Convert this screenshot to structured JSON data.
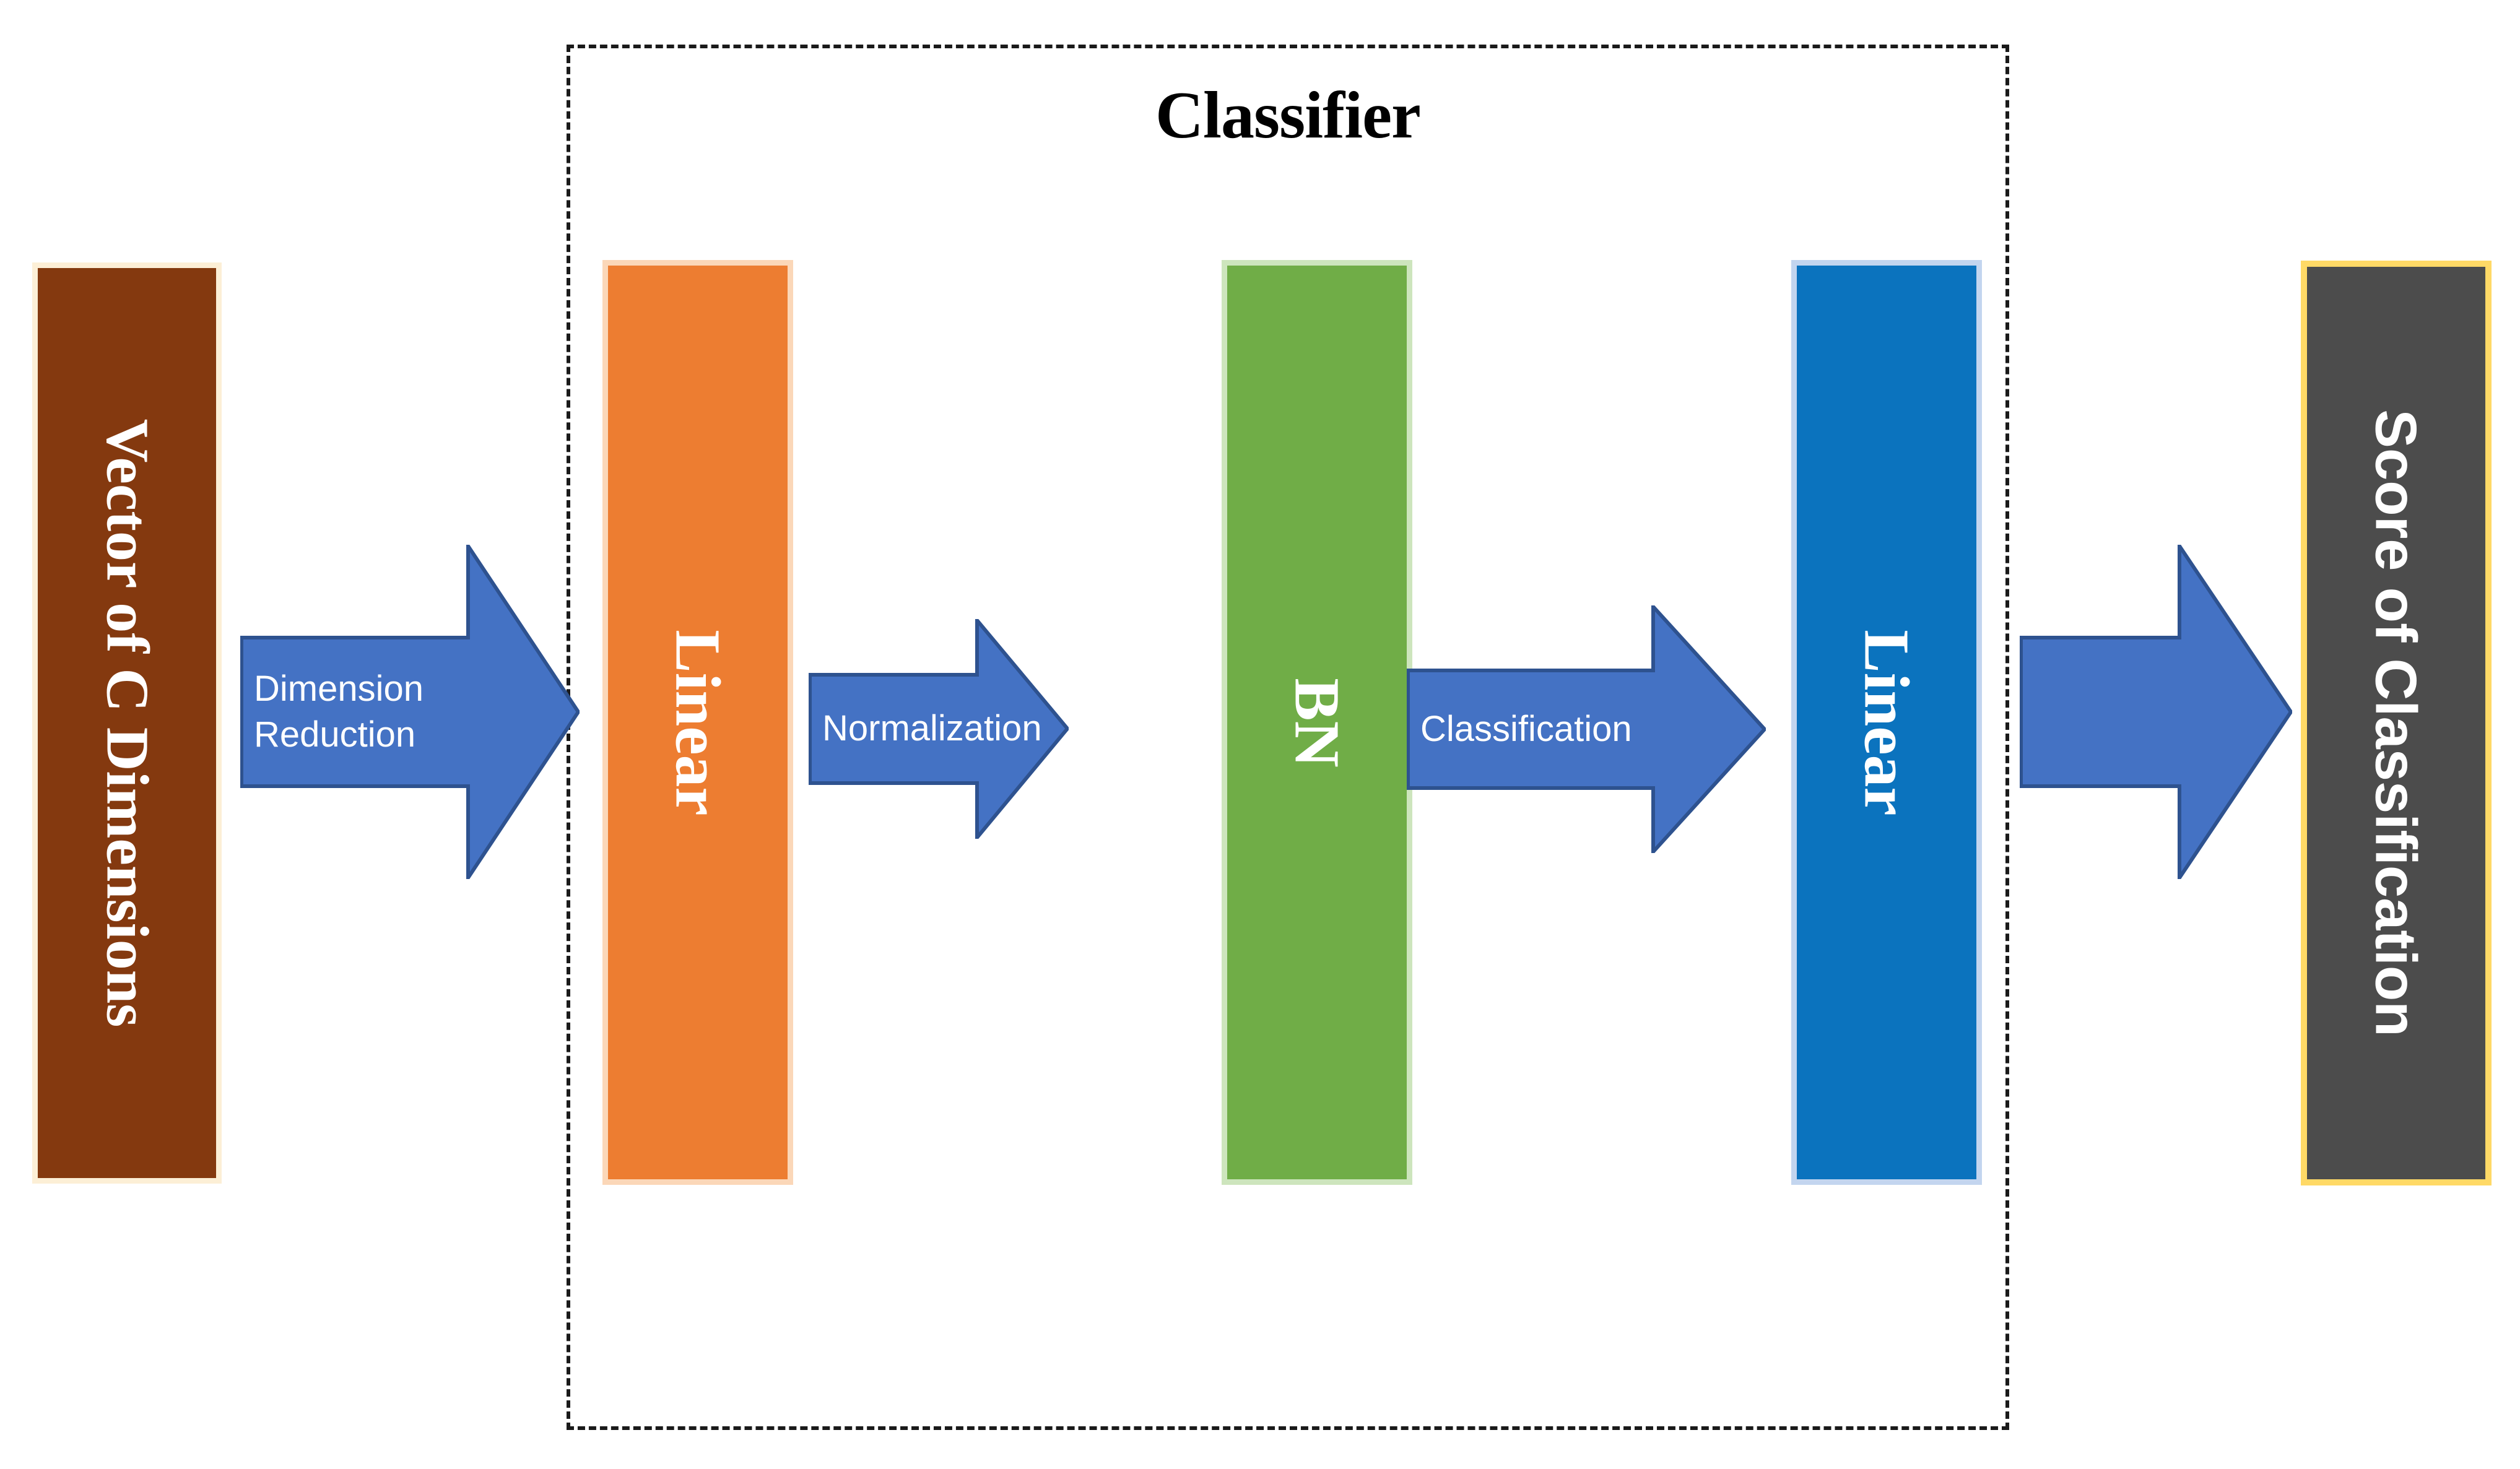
{
  "diagram": {
    "title": "Classifier",
    "colors": {
      "input_box": "#84390F",
      "input_border": "#FCEFD6",
      "linear_box": "#ED7D31",
      "bn_box": "#70AD47",
      "linear2_box": "#0B73BE",
      "output_box": "#4C4C4C",
      "output_border": "#FFD966",
      "arrow_fill": "#4472C4",
      "arrow_stroke": "#2E528F",
      "dashed_border": "#1A1A1A",
      "text_on_box": "#FFFFFF",
      "title_text": "#000000"
    },
    "boxes": [
      {
        "id": "input",
        "label": "Vector of C Dimensions",
        "inside_classifier": false
      },
      {
        "id": "linear1",
        "label": "Linear",
        "inside_classifier": true
      },
      {
        "id": "bn",
        "label": "BN",
        "inside_classifier": true
      },
      {
        "id": "linear2",
        "label": "Linear",
        "inside_classifier": true
      },
      {
        "id": "output",
        "label": "Score of Classification",
        "inside_classifier": false
      }
    ],
    "arrows": [
      {
        "id": "arrow-1",
        "label": "Dimension\nReduction",
        "from": "input",
        "to": "linear1"
      },
      {
        "id": "arrow-2",
        "label": "Normalization",
        "from": "linear1",
        "to": "bn"
      },
      {
        "id": "arrow-3",
        "label": "Classification",
        "from": "bn",
        "to": "linear2"
      },
      {
        "id": "arrow-4",
        "label": "",
        "from": "linear2",
        "to": "output"
      }
    ]
  }
}
